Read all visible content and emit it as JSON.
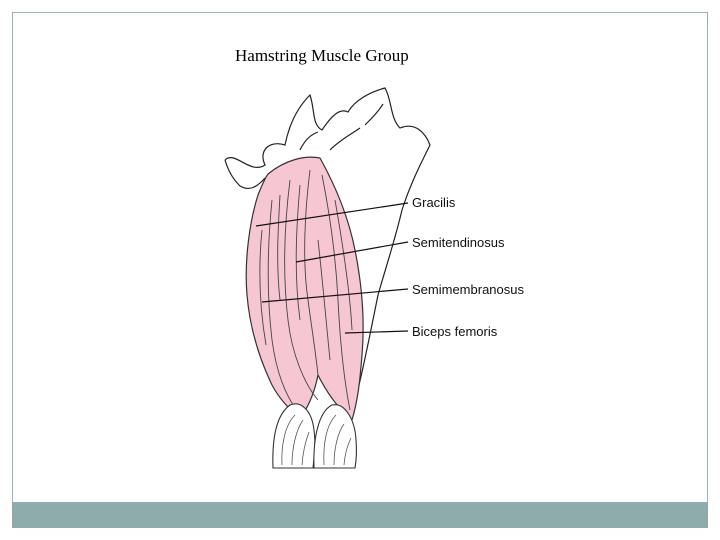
{
  "slide": {
    "title": "Hamstring Muscle Group",
    "footer_color": "#8eacac",
    "frame_color": "#9fb5b5"
  },
  "diagram": {
    "muscle_color": "#f6c6d2",
    "labels": {
      "gracilis": "Gracilis",
      "semitendinosus": "Semitendinosus",
      "semimembranosus": "Semimembranosus",
      "biceps_femoris": "Biceps femoris"
    }
  }
}
